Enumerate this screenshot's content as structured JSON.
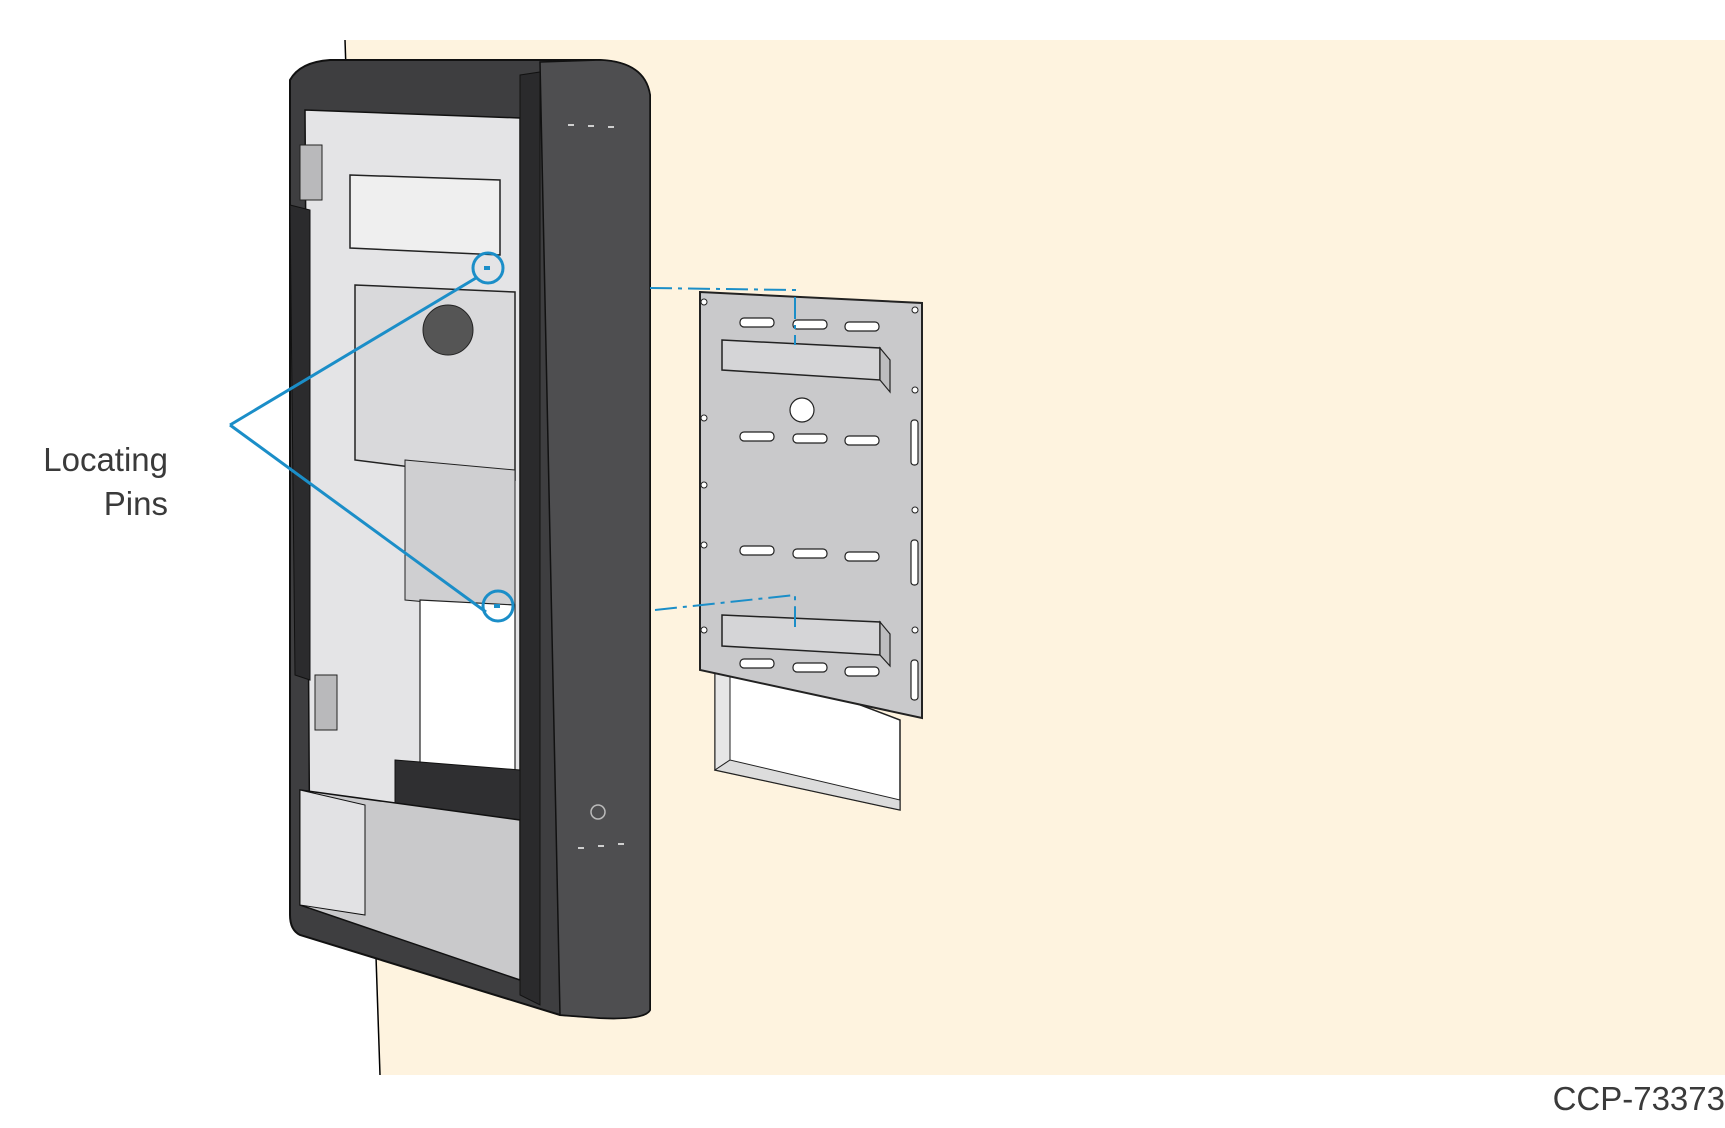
{
  "callout": {
    "line1": "Locating",
    "line2": "Pins"
  },
  "figure_id": "CCP-73373",
  "colors": {
    "wall": "#fef3df",
    "wall_edge": "#000000",
    "kiosk_frame": "#4a4a4c",
    "kiosk_dark": "#2e2e30",
    "panel": "#d9d9db",
    "panel_light": "#e8e8ea",
    "bracket": "#c8c8ca",
    "callout": "#1b8ec8",
    "text": "#3a3a3a"
  },
  "icons": [
    "wall-opening",
    "mounting-bracket",
    "kiosk-housing",
    "locating-pin-circle"
  ]
}
